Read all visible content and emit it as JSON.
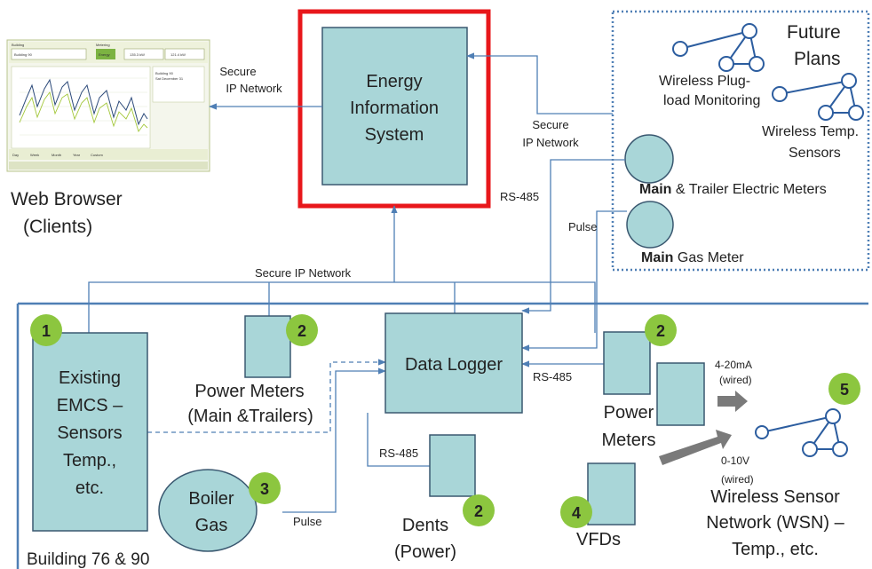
{
  "web_browser": {
    "label_line1": "Web Browser",
    "label_line2": "(Clients)",
    "screenshot": {
      "building_label": "Building",
      "building_value": "Building 90",
      "metering_label": "Metering",
      "button_label": "Energy",
      "value1": "135.3 kW",
      "value2": "121.4 kW",
      "side_line1": "Building 90",
      "side_line2": "Sat December 31",
      "tabs": [
        "Day",
        "Week",
        "Month",
        "Year",
        "Custom"
      ]
    }
  },
  "eis": {
    "line1": "Energy",
    "line2": "Information",
    "line3": "System"
  },
  "future": {
    "title_line1": "Future",
    "title_line2": "Plans",
    "plug_line1": "Wireless Plug-",
    "plug_line2": "load Monitoring",
    "temp_line1": "Wireless Temp.",
    "temp_line2": "Sensors",
    "electric_bold": "Main",
    "electric_rest": " & Trailer Electric Meters",
    "gas_bold": "Main",
    "gas_rest": " Gas Meter"
  },
  "links": {
    "secure1_line1": "Secure",
    "secure1_line2": "IP Network",
    "secure2_line1": "Secure",
    "secure2_line2": "IP Network",
    "rs485_top": "RS-485",
    "pulse_top": "Pulse",
    "secure_bus": "Secure IP Network",
    "rs485_power": "RS-485",
    "rs485_dents": "RS-485",
    "pulse_boiler": "Pulse",
    "ma": "4-20mA",
    "ma_wired": "(wired)",
    "v": "0-10V",
    "v_wired": "(wired)"
  },
  "building": {
    "label": "Building 76 & 90",
    "emcs_lines": [
      "Existing",
      "EMCS –",
      "Sensors",
      "Temp.,",
      "etc."
    ],
    "power_meters_line1": "Power Meters",
    "power_meters_line2": "(Main &Trailers)",
    "data_logger": "Data Logger",
    "boiler_line1": "Boiler",
    "boiler_line2": "Gas",
    "dents_line1": "Dents",
    "dents_line2": "(Power)",
    "right_power_line1": "Power",
    "right_power_line2": "Meters",
    "vfds": "VFDs",
    "wsn_line1": "Wireless Sensor",
    "wsn_line2": "Network (WSN) –",
    "wsn_line3": "Temp., etc."
  },
  "badges": {
    "emcs": "1",
    "power_meters": "2",
    "boiler": "3",
    "right_power": "2",
    "dents": "2",
    "vfds": "4",
    "wsn": "5"
  },
  "colors": {
    "box_fill": "#a9d6d8",
    "box_stroke": "#3a5870",
    "line": "#4f7fb5",
    "highlight": "#e8171b",
    "badge": "#8cc63f",
    "arrow_gray": "#7a7a7a"
  }
}
